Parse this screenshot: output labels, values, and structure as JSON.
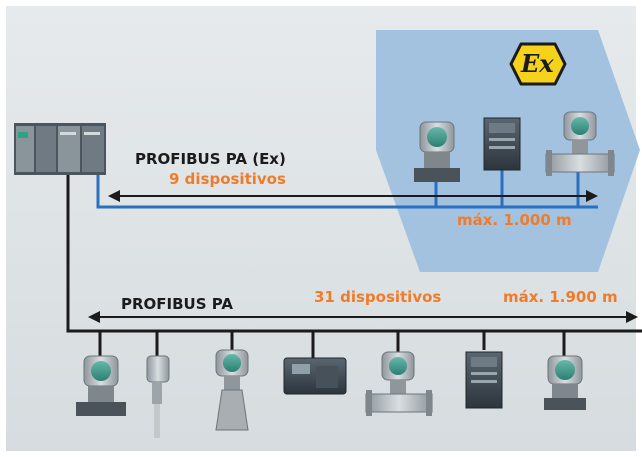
{
  "labels": {
    "pa_ex": "PROFIBUS PA (Ex)",
    "ex_devices": "9 dispositivos",
    "ex_max": "máx. 1.000 m",
    "pa": "PROFIBUS PA",
    "pa_devices": "31 dispositivos",
    "pa_max": "máx. 1.900 m",
    "ex_symbol": "Ex"
  },
  "colors": {
    "background": "#dfe4e6",
    "hazard_zone": "#9fc0de",
    "ex_bus": "#2a6fc0",
    "bus": "#1b1b1b",
    "accent": "#f07c2a",
    "ex_badge": "#f7d21c"
  },
  "icons": {
    "controller": "plc-rack-icon",
    "ex_badge": "ex-warning-icon"
  }
}
